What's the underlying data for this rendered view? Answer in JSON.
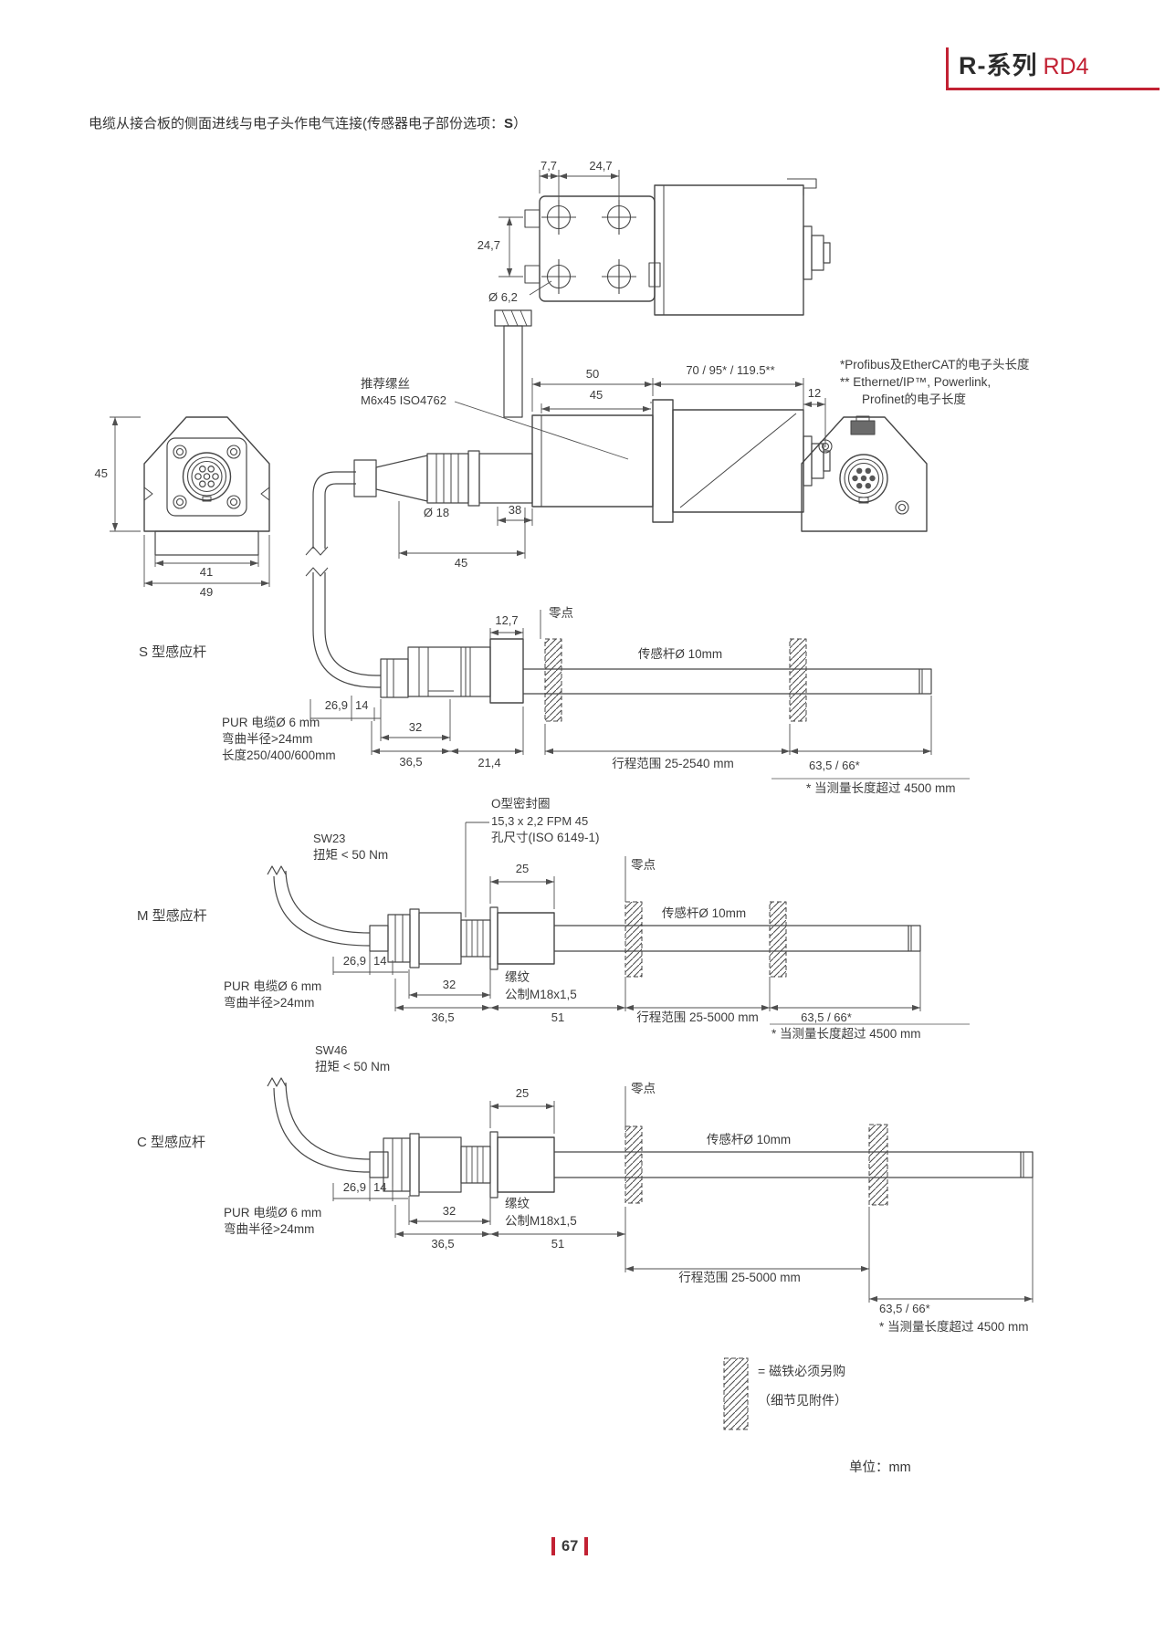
{
  "colors": {
    "accent": "#c22133",
    "line": "#464646"
  },
  "header": {
    "series": "R-系列",
    "model": "RD4"
  },
  "title": {
    "main": "电缆从接合板的侧面进线与电子头作电气连接(传感器电子部份选项：",
    "option": "S",
    "close": "）"
  },
  "top_view": {
    "w1": "7,7",
    "w2": "24,7",
    "h": "24,7",
    "hole": "Ø 6,2"
  },
  "front_view": {
    "height": "45",
    "w_inner": "41",
    "w_outer": "49"
  },
  "assembly": {
    "screw1": "推荐缧丝",
    "screw2": "M6x45 ISO4762",
    "d50": "50",
    "d45": "45",
    "dhead": "70 / 95* / 119.5**",
    "d12": "12",
    "d18": "Ø 18",
    "d38": "38",
    "d45b": "45",
    "note1": "*Profibus及EtherCAT的电子头长度",
    "note2": "** Ethernet/IP™, Powerlink,",
    "note3": "Profinet的电子长度"
  },
  "rod_s": {
    "name": "S 型感应杆",
    "d127": "12,7",
    "zero": "零点",
    "rod": "传感杆Ø 10mm",
    "d269": "26,9",
    "d14": "14",
    "d32": "32",
    "d365": "36,5",
    "d214": "21,4",
    "range": "行程范围 25-2540 mm",
    "dend": "63,5 / 66*",
    "note": "* 当测量长度超过 4500 mm",
    "c1": "PUR 电缆Ø 6 mm",
    "c2": "弯曲半径>24mm",
    "c3": "长度250/400/600mm"
  },
  "rod_m": {
    "name": "M 型感应杆",
    "sw": "SW23",
    "torque": "扭矩 < 50 Nm",
    "o1": "O型密封圈",
    "o2": "15,3 x 2,2 FPM 45",
    "o3": "孔尺寸(ISO 6149-1)",
    "d25": "25",
    "zero": "零点",
    "rod": "传感杆Ø 10mm",
    "d269": "26,9",
    "d14": "14",
    "d32": "32",
    "t1": "缧纹",
    "t2": "公制M18x1,5",
    "d365": "36,5",
    "d51": "51",
    "range": "行程范围 25-5000 mm",
    "dend": "63,5 / 66*",
    "note": "* 当测量长度超过 4500 mm",
    "c1": "PUR 电缆Ø 6 mm",
    "c2": "弯曲半径>24mm"
  },
  "rod_c": {
    "name": "C 型感应杆",
    "sw": "SW46",
    "torque": "扭矩 < 50 Nm",
    "d25": "25",
    "zero": "零点",
    "rod": "传感杆Ø 10mm",
    "d269": "26,9",
    "d14": "14",
    "d32": "32",
    "t1": "缧纹",
    "t2": "公制M18x1,5",
    "d365": "36,5",
    "d51": "51",
    "range": "行程范围 25-5000 mm",
    "dend": "63,5 / 66*",
    "note": "* 当测量长度超过 4500 mm",
    "c1": "PUR 电缆Ø 6 mm",
    "c2": "弯曲半径>24mm"
  },
  "legend": {
    "l1": "= 磁铁必须另购",
    "l2": "（细节见附件）",
    "units": "单位：mm"
  },
  "footer": {
    "page": "67"
  }
}
